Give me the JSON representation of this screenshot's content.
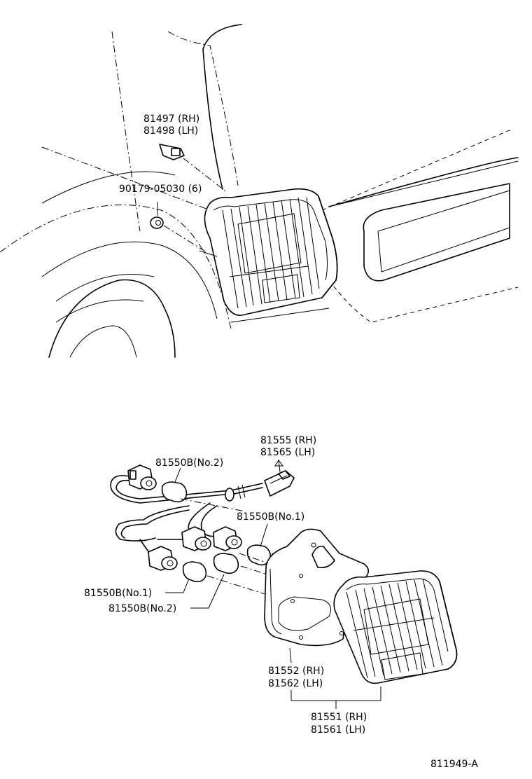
{
  "labels": {
    "side_marker_rh": "81497 (RH)",
    "side_marker_lh": "81498 (LH)",
    "nut": "90179-05030 (6)",
    "socket_rh": "81555 (RH)",
    "socket_lh": "81565 (LH)",
    "bulb_no2_top": "81550B(No.2)",
    "bulb_no1_right": "81550B(No.1)",
    "bulb_no1_left": "81550B(No.1)",
    "bulb_no2_bottom": "81550B(No.2)",
    "housing_rh": "81552 (RH)",
    "housing_lh": "81562 (LH)",
    "lamp_rh": "81551 (RH)",
    "lamp_lh": "81561 (LH)",
    "figure_code": "811949-A"
  }
}
